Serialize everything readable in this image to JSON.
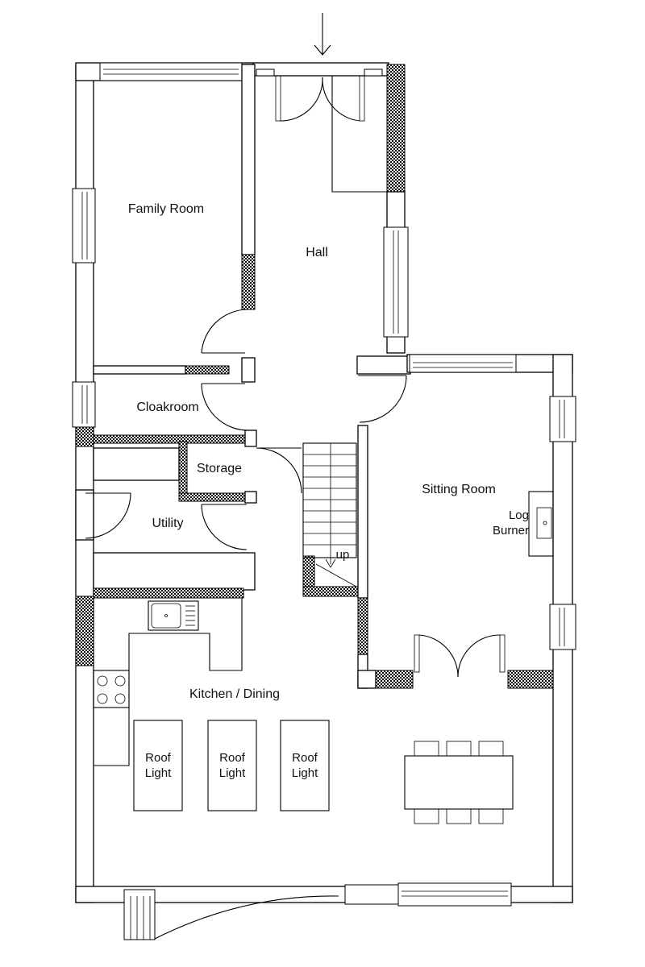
{
  "rooms": {
    "family_room": "Family Room",
    "hall": "Hall",
    "cloakroom": "Cloakroom",
    "storage": "Storage",
    "utility": "Utility",
    "sitting_room": "Sitting Room",
    "kitchen_dining": "Kitchen / Dining"
  },
  "fixtures": {
    "log_burner_line1": "Log",
    "log_burner_line2": "Burner",
    "stairs_up": "up",
    "roof_light_line1": "Roof",
    "roof_light_line2": "Light"
  }
}
